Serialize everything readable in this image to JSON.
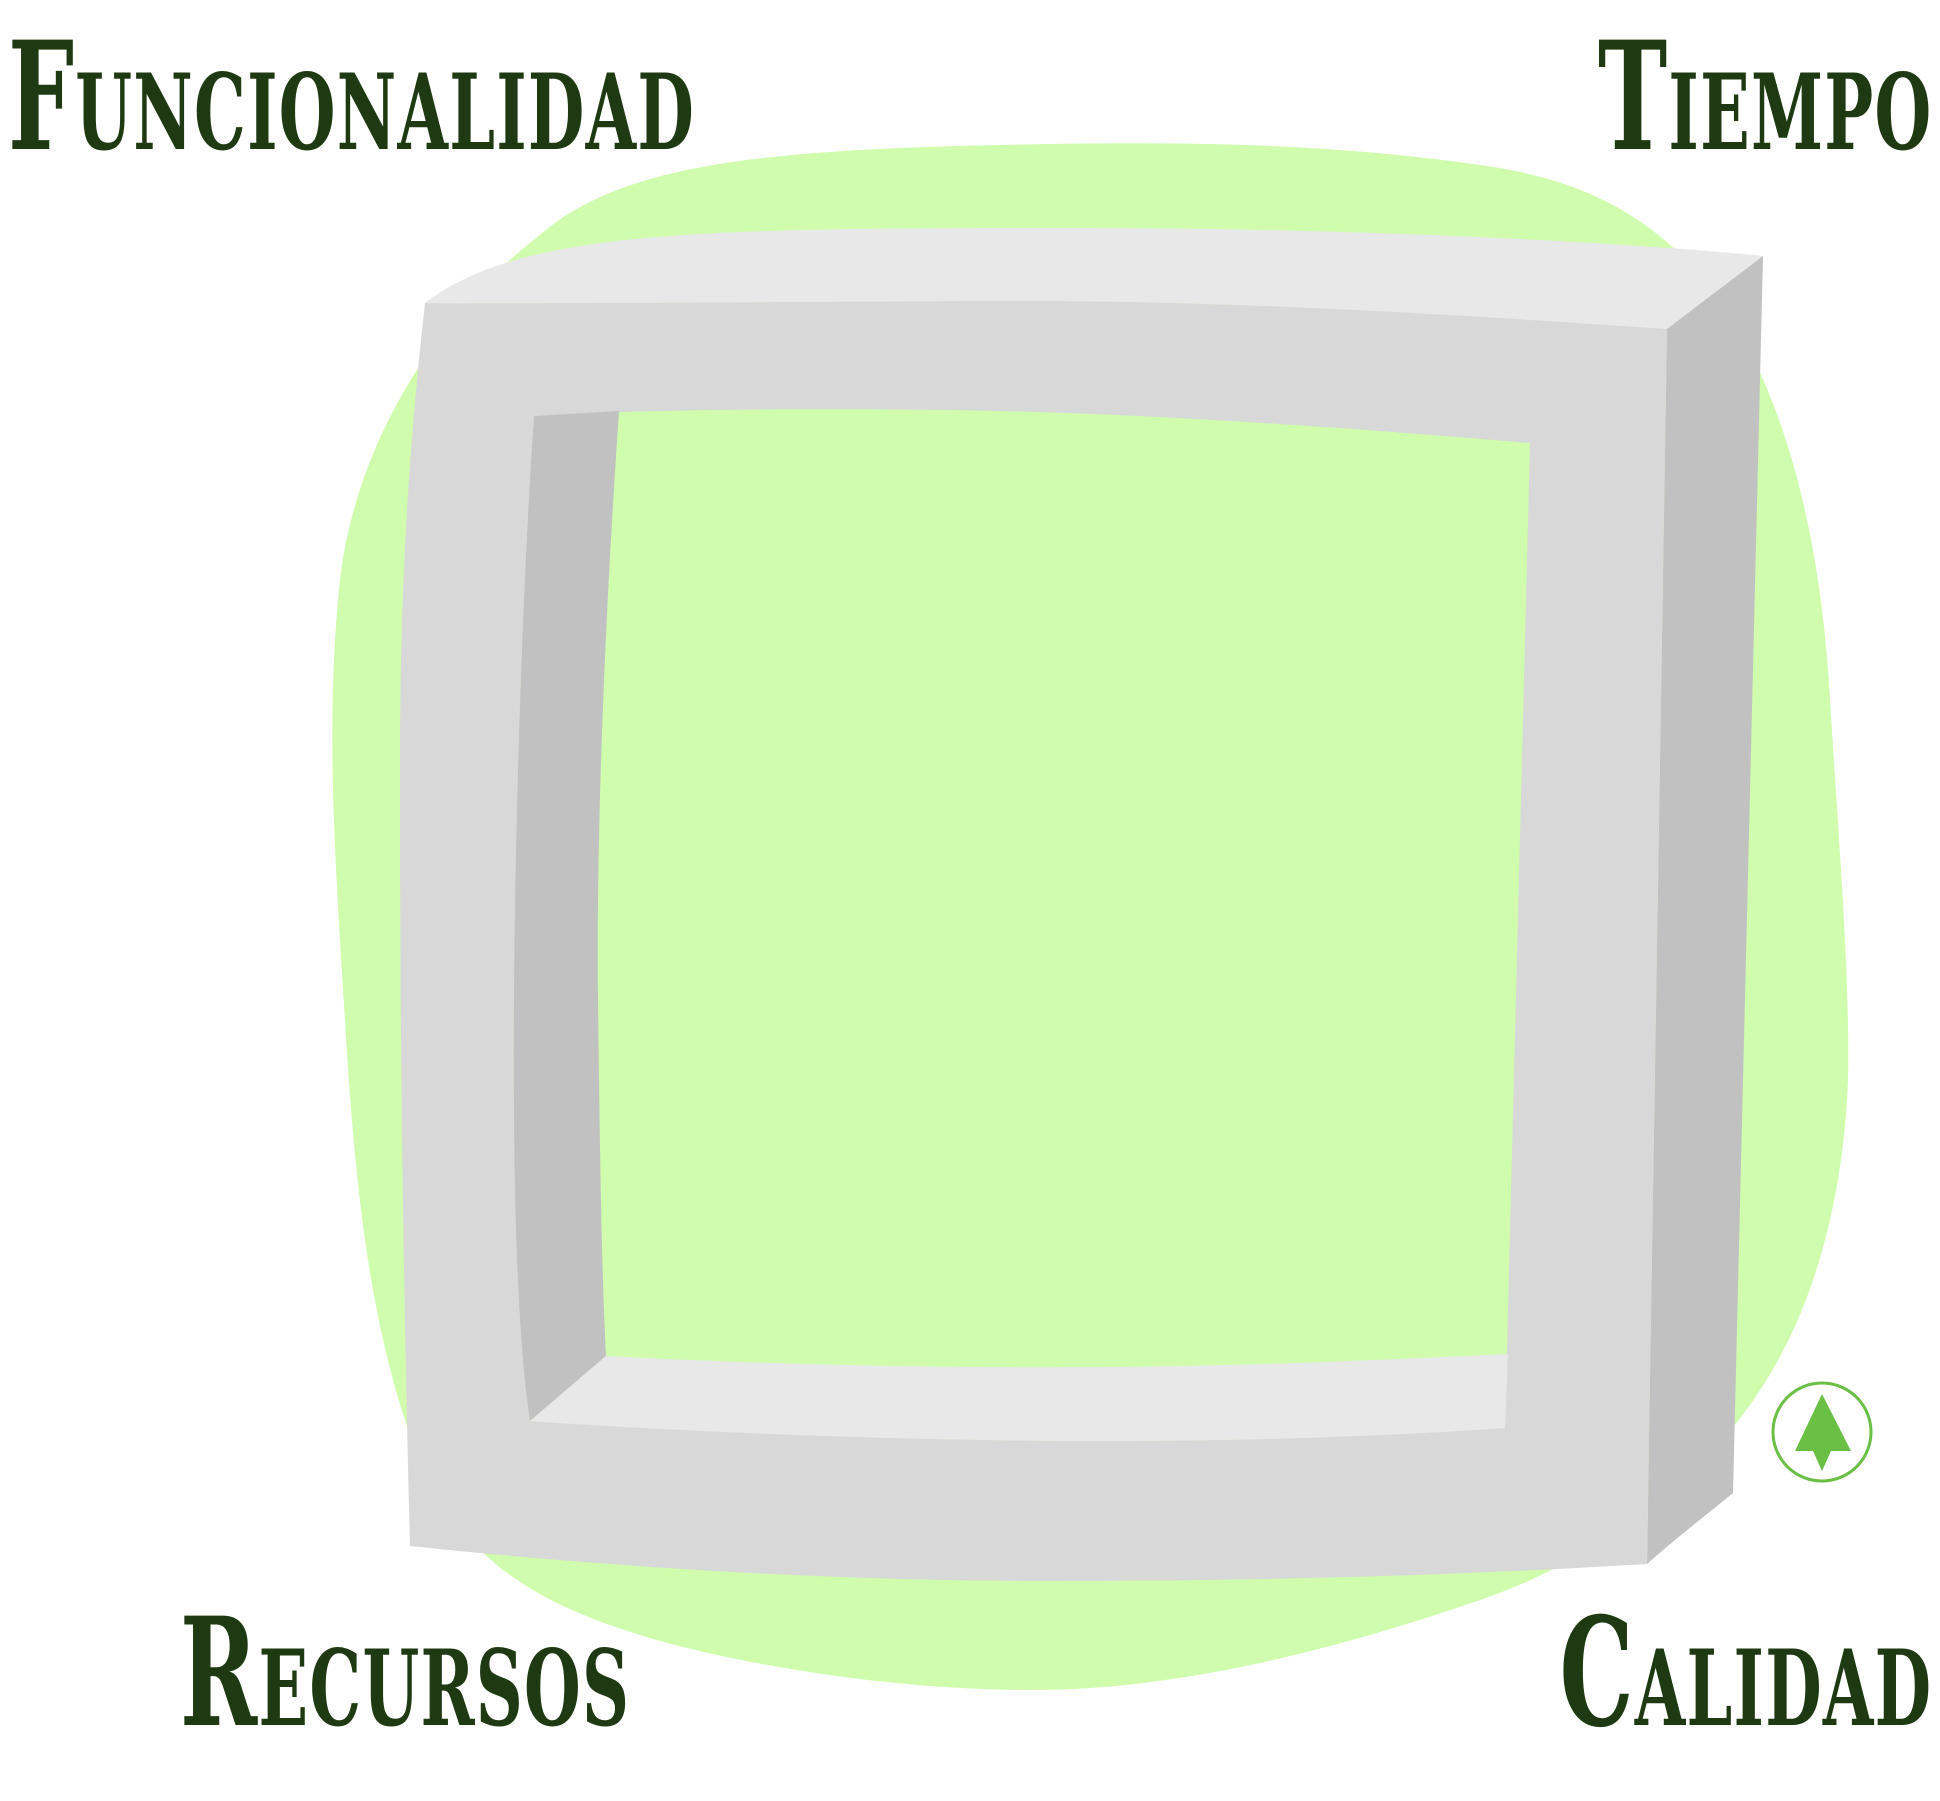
{
  "diagram": {
    "labels": {
      "top_left": "Funcionalidad",
      "top_right": "Tiempo",
      "bottom_left": "Recursos",
      "bottom_right": "Calidad"
    },
    "icons": {
      "frame": "square-frame-icon",
      "badge": "up-arrow-circle-icon"
    },
    "colors": {
      "background": "#ffffff",
      "blob": "#cffcad",
      "frame_front": "#d8d8d8",
      "frame_top": "#e8e8e8",
      "frame_side": "#c1c1c1",
      "label_text": "#1f3a12",
      "badge": "#6abf45"
    }
  }
}
